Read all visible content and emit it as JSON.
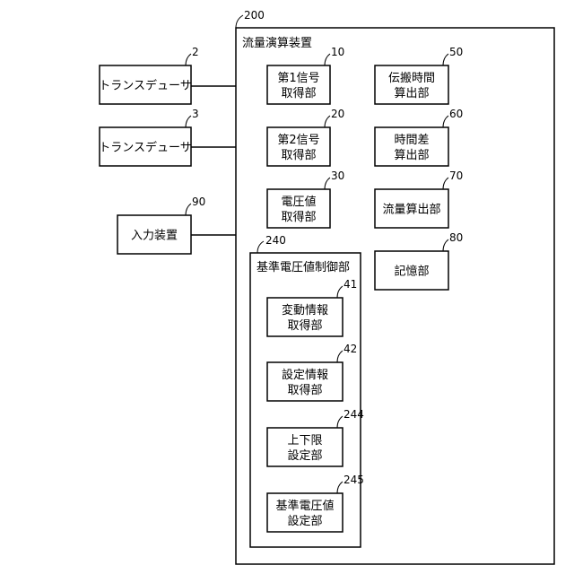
{
  "device": {
    "ref": "200",
    "title": "流量演算装置"
  },
  "external": [
    {
      "id": "transducer-1",
      "ref": "2",
      "lines": [
        "トランスデューサ"
      ]
    },
    {
      "id": "transducer-2",
      "ref": "3",
      "lines": [
        "トランスデューサ"
      ]
    },
    {
      "id": "input-device",
      "ref": "90",
      "lines": [
        "入力装置"
      ]
    }
  ],
  "units": [
    {
      "id": "first-signal-acquisition",
      "ref": "10",
      "lines": [
        "第1信号",
        "取得部"
      ]
    },
    {
      "id": "second-signal-acquisition",
      "ref": "20",
      "lines": [
        "第2信号",
        "取得部"
      ]
    },
    {
      "id": "voltage-value-acquisition",
      "ref": "30",
      "lines": [
        "電圧値",
        "取得部"
      ]
    },
    {
      "id": "propagation-time-calculation",
      "ref": "50",
      "lines": [
        "伝搬時間",
        "算出部"
      ]
    },
    {
      "id": "time-difference-calculation",
      "ref": "60",
      "lines": [
        "時間差",
        "算出部"
      ]
    },
    {
      "id": "flow-rate-calculation",
      "ref": "70",
      "lines": [
        "流量算出部"
      ]
    },
    {
      "id": "storage",
      "ref": "80",
      "lines": [
        "記憶部"
      ]
    }
  ],
  "controller": {
    "ref": "240",
    "title": "基準電圧値制御部",
    "units": [
      {
        "id": "variation-info-acquisition",
        "ref": "41",
        "lines": [
          "変動情報",
          "取得部"
        ]
      },
      {
        "id": "setting-info-acquisition",
        "ref": "42",
        "lines": [
          "設定情報",
          "取得部"
        ]
      },
      {
        "id": "upper-lower-limit-setting",
        "ref": "244",
        "lines": [
          "上下限",
          "設定部"
        ]
      },
      {
        "id": "reference-voltage-setting",
        "ref": "245",
        "lines": [
          "基準電圧値",
          "設定部"
        ]
      }
    ]
  }
}
